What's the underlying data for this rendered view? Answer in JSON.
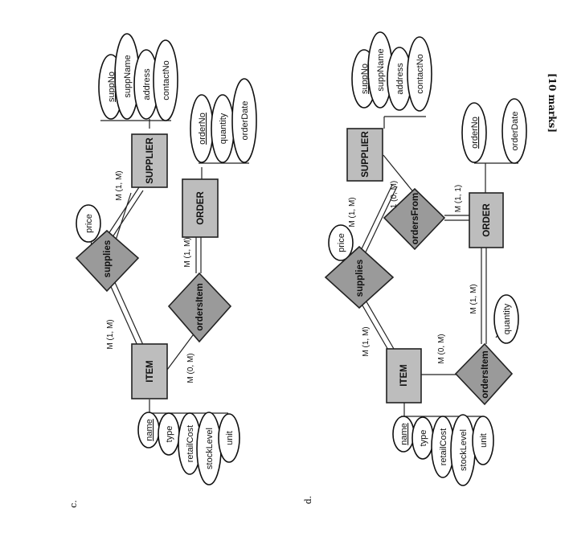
{
  "marks": "[10 marks]",
  "diagrams": [
    {
      "label": "c.",
      "entities": {
        "item": "ITEM",
        "supplier": "SUPPLIER",
        "order": "ORDER"
      },
      "relationships": {
        "supplies": "supplies",
        "ordersItem": "ordersItem"
      },
      "supplier_attributes": [
        "suppNo",
        "suppName",
        "address",
        "contactNo"
      ],
      "order_attributes": [
        "orderNo",
        "quantity",
        "orderDate"
      ],
      "item_attributes": [
        "name",
        "type",
        "retailCost",
        "stockLevel",
        "unit"
      ],
      "supplies_attribute": "price",
      "cardinalities": {
        "item_supplies": "M (1, M)",
        "supplier_supplies": "M (1, M)",
        "order_ordersItem": "M (1, M)",
        "item_ordersItem": "M (0, M)"
      }
    },
    {
      "label": "d.",
      "entities": {
        "item": "ITEM",
        "supplier": "SUPPLIER",
        "order": "ORDER"
      },
      "relationships": {
        "supplies": "supplies",
        "ordersFrom": "ordersFrom",
        "ordersItem": "ordersItem"
      },
      "supplier_attributes": [
        "suppNo",
        "suppName",
        "address",
        "contactNo"
      ],
      "order_attributes": [
        "orderNo",
        "orderDate"
      ],
      "item_attributes": [
        "name",
        "type",
        "retailCost",
        "stockLevel",
        "unit"
      ],
      "supplies_attribute": "price",
      "ordersItem_attribute": "quantity",
      "cardinalities": {
        "item_supplies": "M (1, M)",
        "supplier_supplies": "M (1, M)",
        "supplier_ordersFrom": "1 (0, M)",
        "order_ordersFrom": "M (1, 1)",
        "order_ordersItem": "M (1, M)",
        "item_ordersItem": "M (0, M)"
      }
    }
  ]
}
